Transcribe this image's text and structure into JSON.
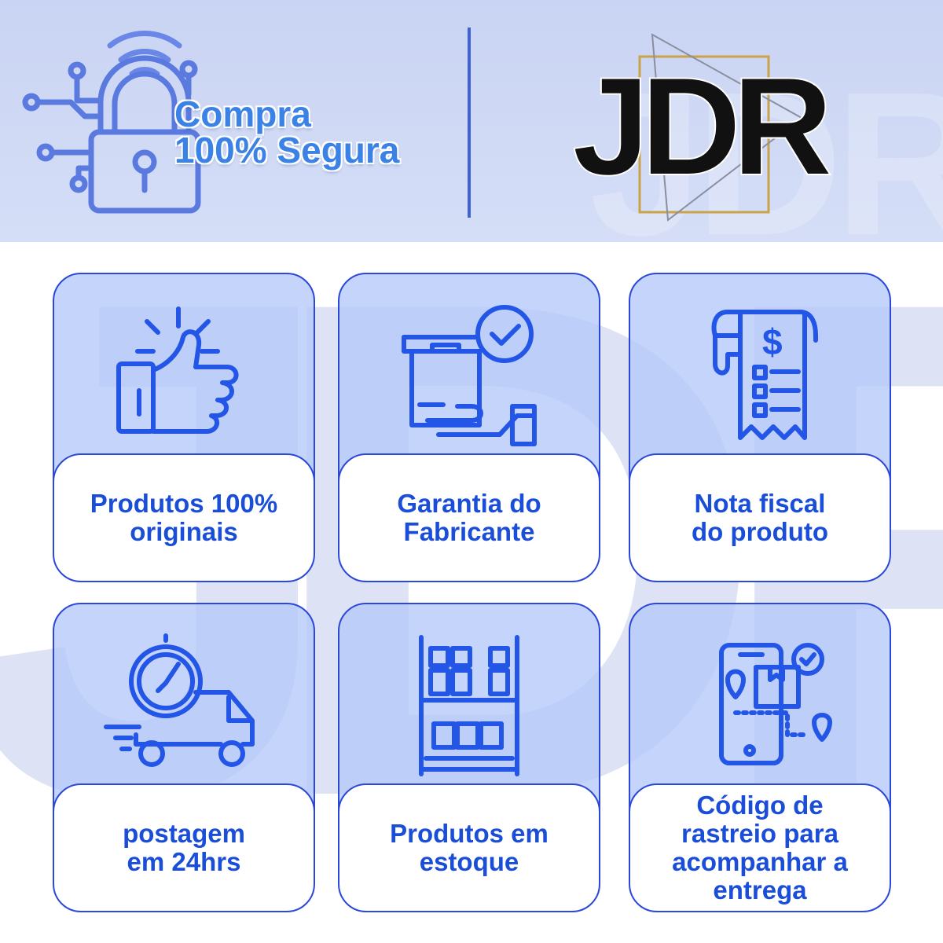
{
  "header": {
    "secure_line1": "Compra",
    "secure_line2": "100% Segura",
    "logo_text": "JDR",
    "icons": [
      "wifi-lock-circuit-icon"
    ]
  },
  "features": [
    {
      "label": "Produtos 100%\noriginais",
      "icon": "thumbs-up-icon"
    },
    {
      "label": "Garantia do\nFabricante",
      "icon": "box-hand-check-icon"
    },
    {
      "label": "Nota fiscal\ndo produto",
      "icon": "receipt-icon"
    },
    {
      "label": "postagem\nem 24hrs",
      "icon": "delivery-truck-clock-icon"
    },
    {
      "label": "Produtos em\nestoque",
      "icon": "warehouse-shelf-icon"
    },
    {
      "label": "Código de\nrastreio para\nacompanhar a\nentrega",
      "icon": "phone-tracking-icon"
    }
  ],
  "colors": {
    "accent": "#1b4ed8",
    "border": "#2b48d8",
    "header_bg": "#c9d4f4",
    "card_bg": "#b4c8fa",
    "gold": "#c9a24a"
  }
}
